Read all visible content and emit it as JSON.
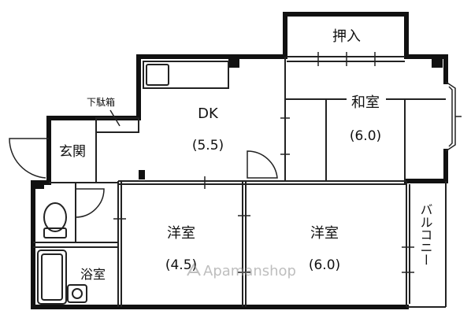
{
  "rooms": {
    "oshiire": "押入",
    "washitsu": {
      "name": "和室",
      "size": "(6.0)"
    },
    "dk": {
      "name": "DK",
      "size": "(5.5)"
    },
    "geta_bako": "下駄箱",
    "genkan": "玄関",
    "yoshitsu_left": {
      "name": "洋室",
      "size": "(4.5)"
    },
    "yoshitsu_right": {
      "name": "洋室",
      "size": "(6.0)"
    },
    "balcony": "バルコニー",
    "yokushitsu": "浴室"
  },
  "watermark": "Apamanshop",
  "colors": {
    "wall": "#111111",
    "line": "#222222",
    "watermark": "#8a8a8a"
  }
}
